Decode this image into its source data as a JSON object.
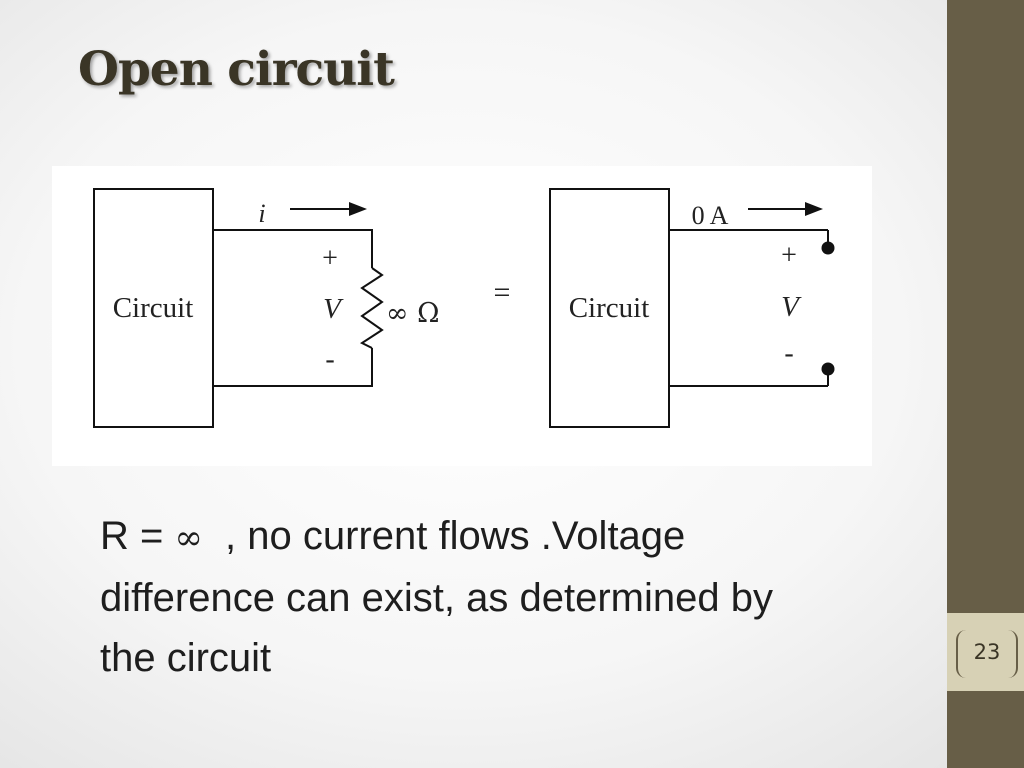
{
  "slide": {
    "title": "Open circuit",
    "page_number": "23"
  },
  "diagram": {
    "left": {
      "box_label": "Circuit",
      "current_label": "i",
      "plus": "+",
      "voltage_label": "V",
      "minus": "-",
      "resistance_label": "∞ Ω"
    },
    "equals": "=",
    "right": {
      "box_label": "Circuit",
      "current_label": "0 A",
      "plus": "+",
      "voltage_label": "V",
      "minus": "-"
    }
  },
  "body": {
    "line1_prefix": "R = ",
    "line1_symbol": "∞",
    "line1_suffix": "  , no current flows .Voltage",
    "line2": "difference can exist, as determined by",
    "line3": "the circuit"
  },
  "colors": {
    "sidebar": "#675e47",
    "page_number_box": "#d7d1b5",
    "title": "#3a3526"
  }
}
